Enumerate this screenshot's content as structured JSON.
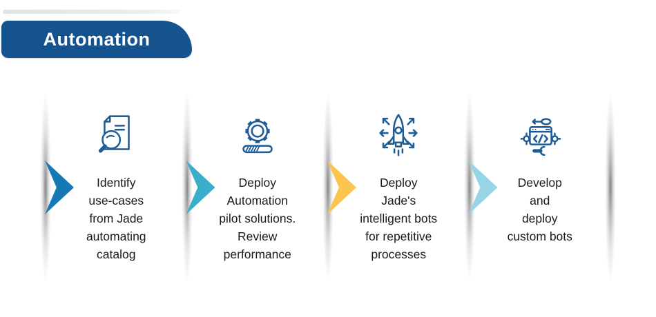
{
  "header": {
    "title": "Automation",
    "bg_color": "#15538E",
    "text_color": "#FFFFFF"
  },
  "colors": {
    "icon_stroke": "#1D5C96",
    "text": "#1A1A1A",
    "page_bg": "#FFFFFF"
  },
  "steps": [
    {
      "label": "Identify\nuse-cases\nfrom Jade\nautomating\ncatalog",
      "icon": "document-search-icon",
      "chevron_color": "#1779B4"
    },
    {
      "label": "Deploy\nAutomation\npilot solutions.\nReview\nperformance",
      "icon": "gear-progress-icon",
      "chevron_color": "#3BAECB"
    },
    {
      "label": "Deploy\nJade's\nintelligent bots\nfor repetitive\nprocesses",
      "icon": "rocket-launch-icon",
      "chevron_color": "#FBC54F"
    },
    {
      "label": "Develop\nand\ndeploy\ncustom bots",
      "icon": "robot-builder-icon",
      "chevron_color": "#95D5E5"
    }
  ]
}
